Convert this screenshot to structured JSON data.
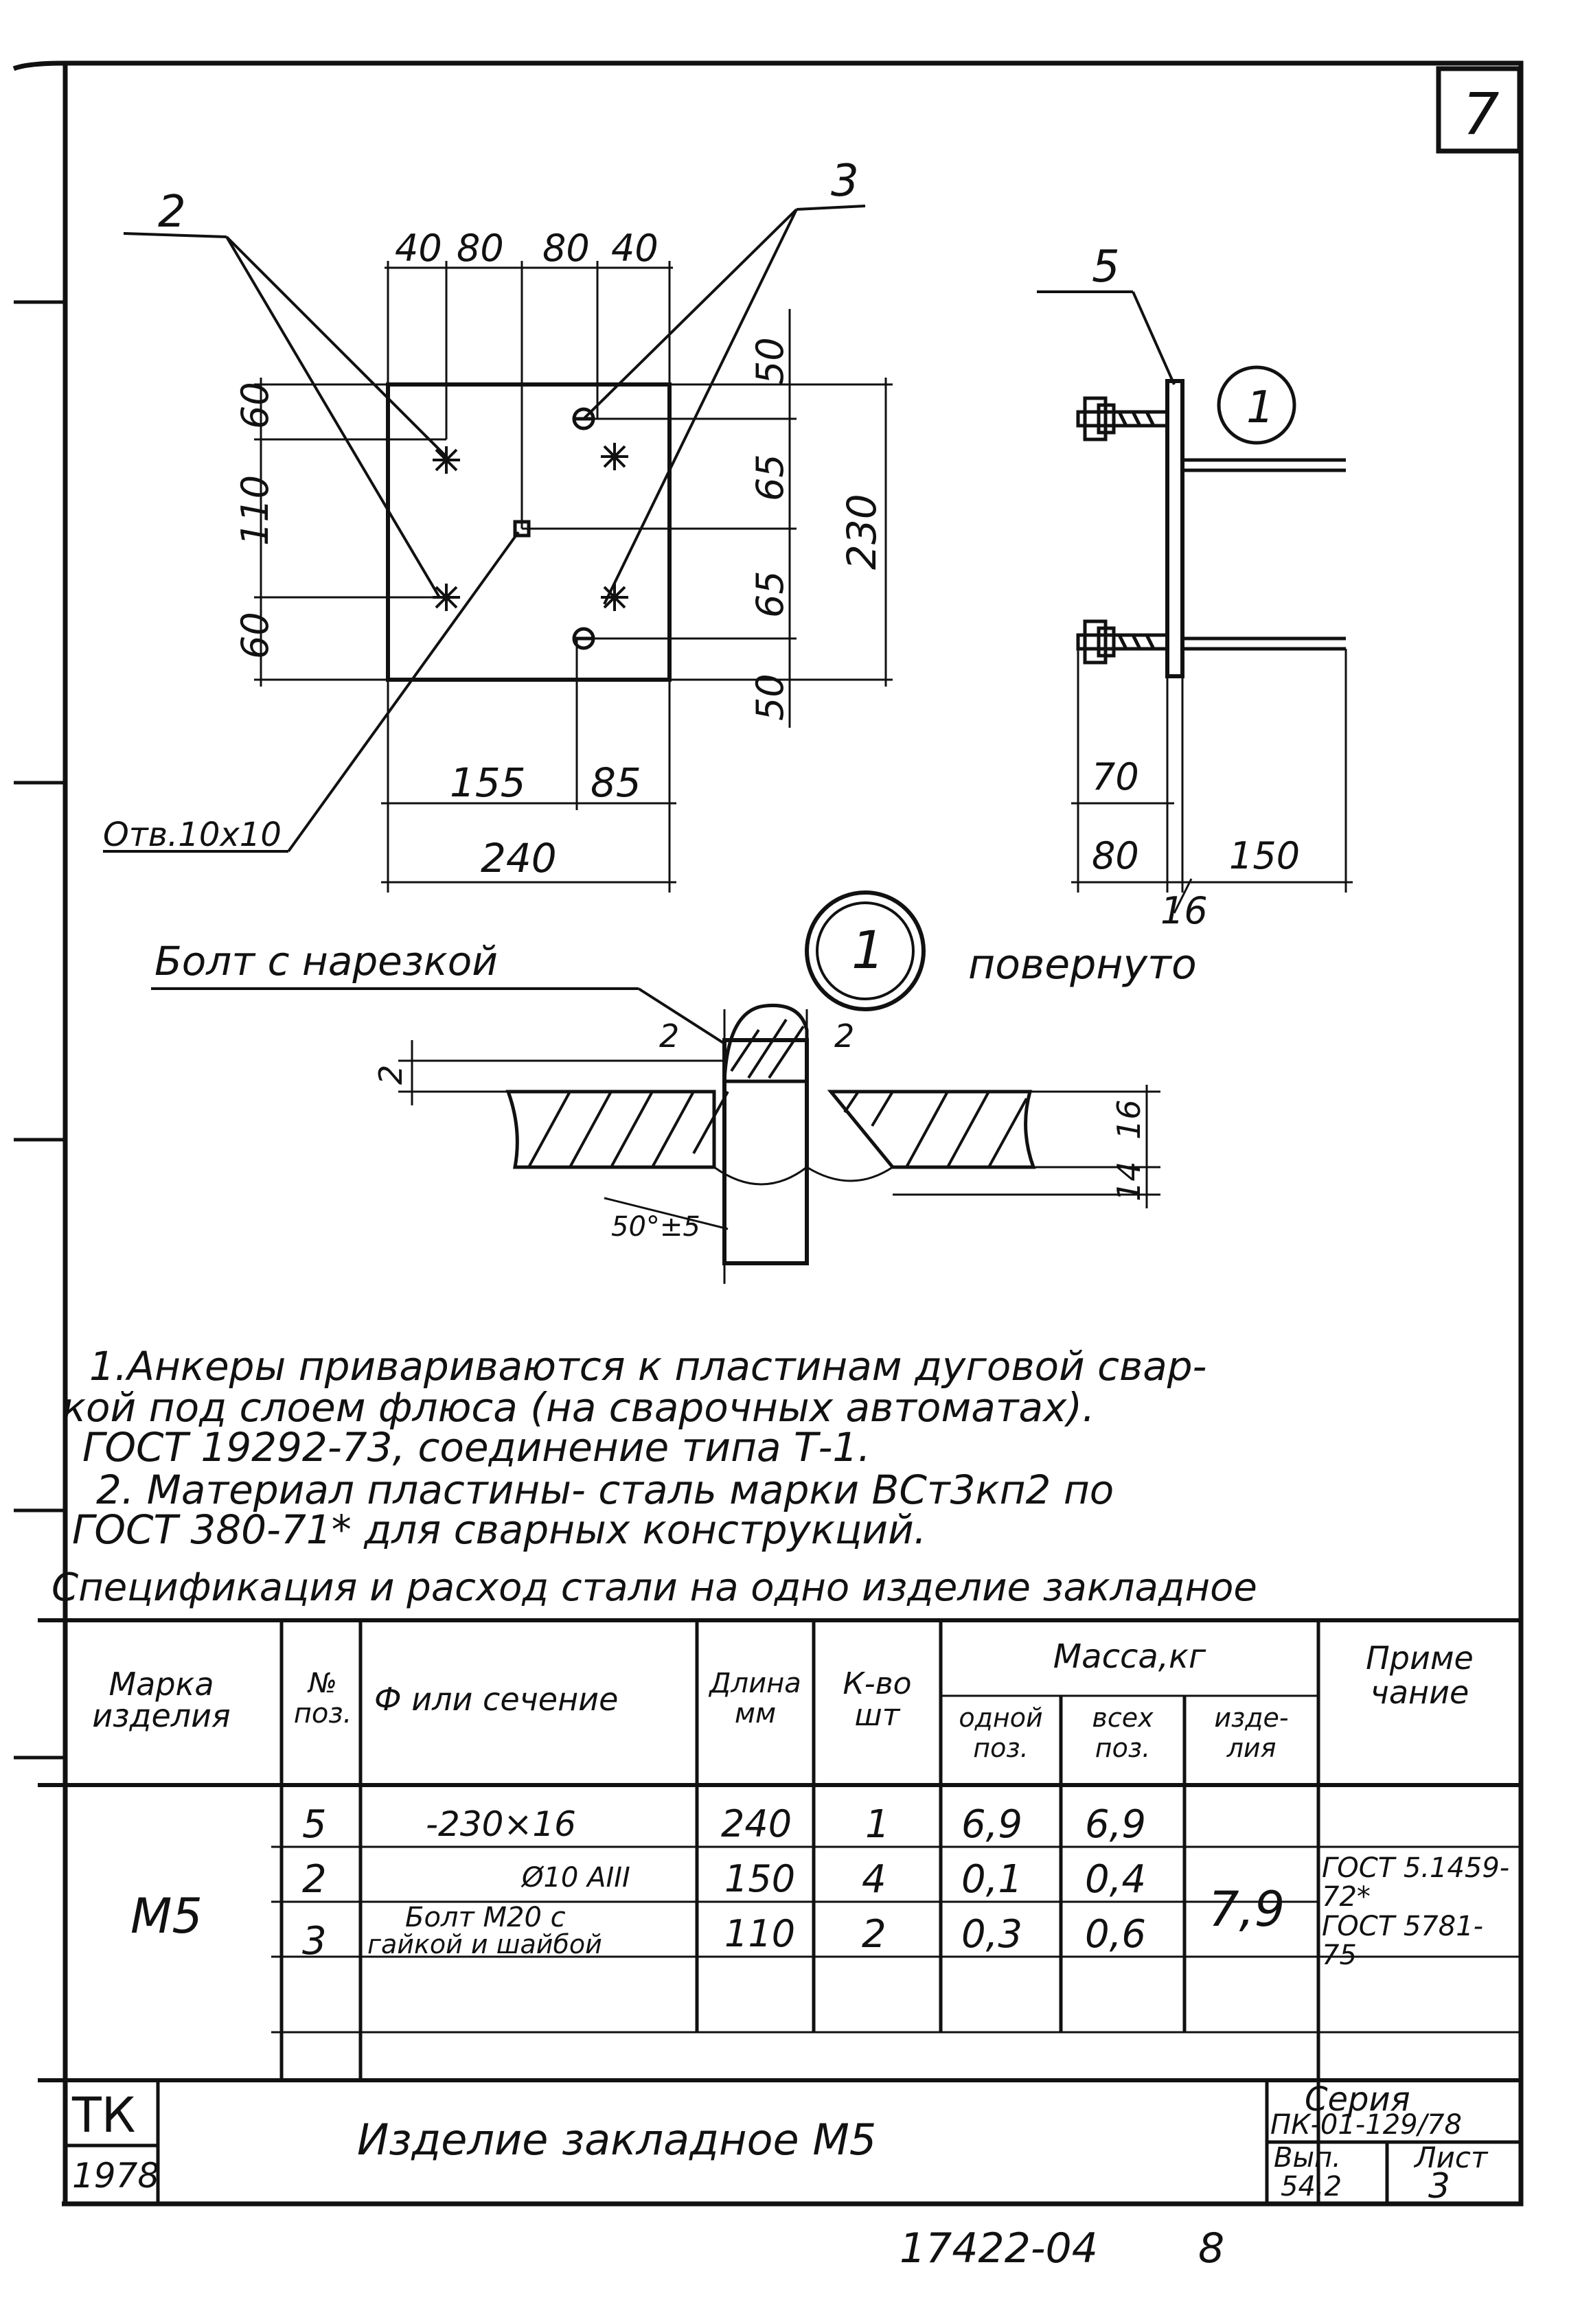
{
  "sheet": {
    "corner_number": "7",
    "bottom_code": "17422-04",
    "bottom_page": "8"
  },
  "drawing": {
    "plate": {
      "leader_anchor": "2",
      "leader_bolt": "3",
      "top_dims": [
        "40",
        "80",
        "80",
        "40"
      ],
      "left_dims": [
        "60",
        "110",
        "60"
      ],
      "right_dims": [
        "50",
        "65",
        "65",
        "50"
      ],
      "height_total": "230",
      "bottom_dims": [
        "155",
        "85"
      ],
      "width_total": "240",
      "hole_label": "Отв.10х10"
    },
    "side": {
      "leader": "5",
      "callout": "1",
      "dims": [
        "70",
        "80",
        "150"
      ],
      "thickness": "16"
    },
    "detail": {
      "callout": "1",
      "rotated": "повернуто",
      "bolt_label": "Болт с нарезкой",
      "gap_left": "2",
      "gap_right": "2",
      "top_offset": "2",
      "depth": "14",
      "thickness": "16",
      "angle": "50°±5"
    }
  },
  "notes": [
    "1.Анкеры привариваются к пластинам дуговой свар-",
    "кой под слоем флюса (на сварочных автоматах).",
    "ГОСТ 19292-73, соединение типа Т-1.",
    "2. Материал пластины- сталь марки ВСт3кп2 по",
    "ГОСТ 380-71* для сварных конструкций."
  ],
  "spec": {
    "title": "Спецификация и расход стали на одно изделие закладное",
    "headers": {
      "mark": [
        "Марка",
        "изделия"
      ],
      "pos": [
        "№",
        "поз."
      ],
      "section": "Ф или сечение",
      "length": [
        "Длина",
        "мм"
      ],
      "qty": [
        "К-во",
        "шт"
      ],
      "mass": "Масса,кг",
      "mass_sub": [
        [
          "одной",
          "поз."
        ],
        [
          "всех",
          "поз."
        ],
        [
          "изде-",
          "лия"
        ]
      ],
      "note": [
        "Приме",
        "чание"
      ]
    },
    "mark": "М5",
    "total_mass": "7,9",
    "rows": [
      {
        "pos": "5",
        "section": "-230×16",
        "section2": "",
        "length": "240",
        "qty": "1",
        "one": "6,9",
        "all": "6,9",
        "note": ""
      },
      {
        "pos": "2",
        "section": "Ø10 АIII",
        "section2": "",
        "length": "150",
        "qty": "4",
        "one": "0,1",
        "all": "0,4",
        "note": "ГОСТ 5.1459-72*"
      },
      {
        "pos": "3",
        "section": "Болт М20 с",
        "section2": "гайкой и шайбой",
        "length": "110",
        "qty": "2",
        "one": "0,3",
        "all": "0,6",
        "note": "ГОСТ 5781-75"
      }
    ]
  },
  "stamp": {
    "org": "ТК",
    "year": "1978",
    "title": "Изделие закладное М5",
    "series_label": "Серия",
    "series": "ПК-01-129/78",
    "issue_label": "Вып.",
    "issue": "54.2",
    "sheet_label": "Лист",
    "sheet_no": "3"
  }
}
